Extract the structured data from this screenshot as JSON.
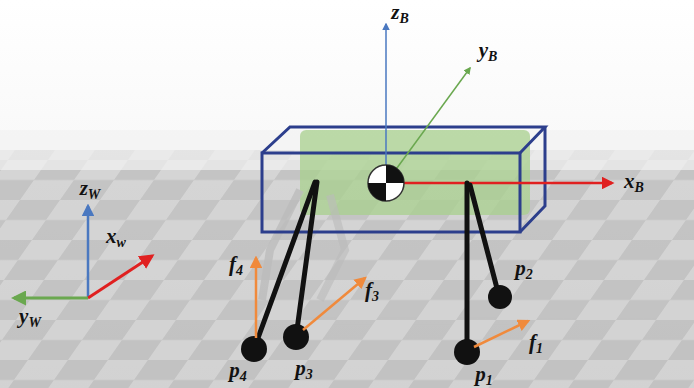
{
  "diagram": {
    "labels": [
      "zB",
      "yB",
      "f4",
      "f3",
      "xB",
      "zW",
      "xw",
      "yW",
      "p2",
      "f1",
      "p4",
      "p3",
      "p1"
    ]
  }
}
